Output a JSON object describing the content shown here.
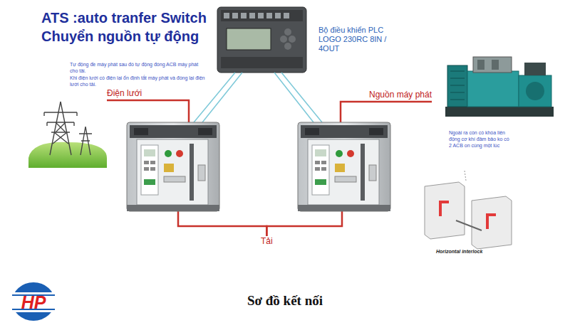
{
  "diagram": {
    "title": "ATS :auto tranfer Switch",
    "caption": "Sơ đồ kết nối",
    "nodes": [
      {
        "text": [
          "Bộ điều khiển PLC LOGO 230RC 8IN / 4OUT"
        ]
      },
      {
        "text": [
          "Điện lưới"
        ]
      },
      {
        "text": [
          "Nguồn máy phát"
        ]
      },
      {
        "text": [
          "Tải"
        ]
      }
    ],
    "edges": [
      {
        "from": 1,
        "to": 3,
        "arrow": "none"
      },
      {
        "from": 2,
        "to": 3,
        "arrow": "none"
      }
    ],
    "labels": [
      "Chuyển nguồn tự động",
      "Tự động đề máy phát sau đó tự động đóng ACB máy phát cho tải.",
      "Khi điện lưới có điện lại ổn định tắt máy phát và đóng lại điện lưới cho tải.",
      "Ngoài ra còn có khóa liên động cơ khí đảm bảo ko có 2 ACB on cùng một lúc",
      "Horizontal interlock",
      "HP"
    ]
  }
}
